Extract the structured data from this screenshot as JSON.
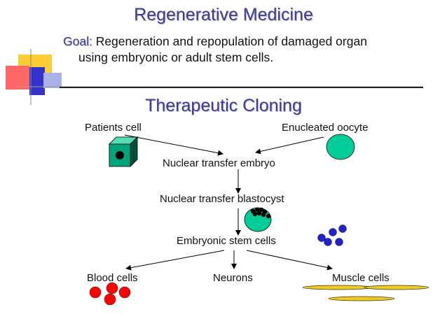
{
  "slide": {
    "title": "Regenerative Medicine",
    "goal_label": "Goal:",
    "goal_text_1": " Regeneration and repopulation of damaged organ",
    "goal_text_2": "using embryonic or adult stem cells.",
    "subtitle": "Therapeutic Cloning"
  },
  "diagram": {
    "patients_cell": "Patients cell",
    "enucleated_oocyte": "Enucleated oocyte",
    "nuclear_transfer_embryo": "Nuclear transfer embryo",
    "nuclear_transfer_blastocyst": "Nuclear transfer blastocyst",
    "embryonic_stem_cells": "Embryonic stem cells",
    "blood_cells": "Blood cells",
    "neurons": "Neurons",
    "muscle_cells": "Muscle cells"
  },
  "colors": {
    "title": "#3b3b9c",
    "cell_green": "#00cc99",
    "cube_dark": "#006b4f",
    "blood_red": "#ff0000",
    "stem_blue": "#2222cc",
    "muscle_yellow": "#f2cc1a",
    "deco_yellow": "#ffcc33",
    "deco_red": "#ff6666",
    "deco_blue": "#3333cc"
  }
}
